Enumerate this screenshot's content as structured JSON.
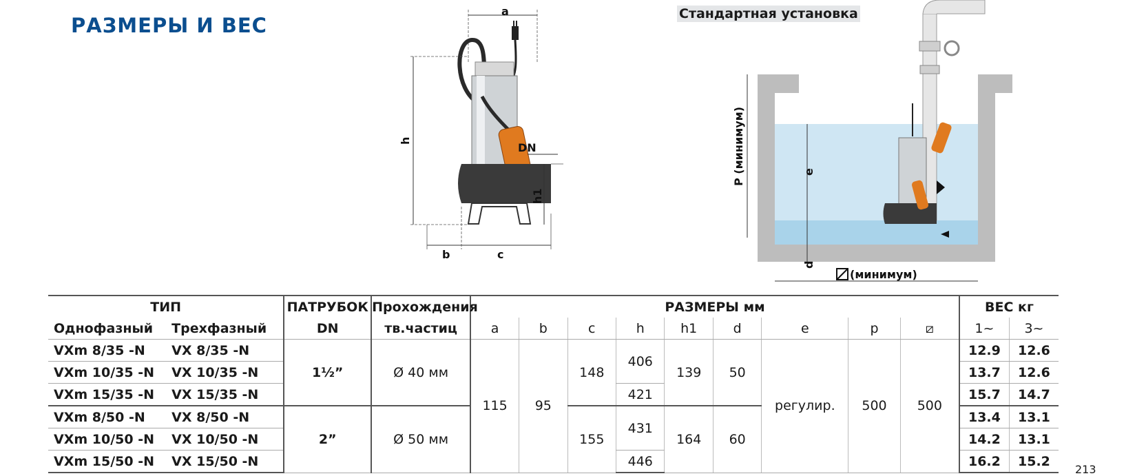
{
  "page": {
    "title": "РАЗМЕРЫ И ВЕС",
    "subtitle": "Стандартная установка",
    "page_number": "213"
  },
  "pump_drawing": {
    "labels": {
      "a": "a",
      "b": "b",
      "c": "c",
      "h": "h",
      "h1": "h1",
      "dn": "DN"
    }
  },
  "install_drawing": {
    "labels": {
      "p_min": "P (минимум)",
      "e": "e",
      "d": "d",
      "square_min": "(минимум)"
    }
  },
  "table": {
    "headers": {
      "type": "ТИП",
      "single_phase": "Однофазный",
      "three_phase": "Трехфазный",
      "outlet": "ПАТРУБОК",
      "outlet_sub": "DN",
      "passage": "Прохождения",
      "passage_sub": "тв.частиц",
      "dimensions": "РАЗМЕРЫ мм",
      "weight": "ВЕС кг",
      "cols": [
        "a",
        "b",
        "c",
        "h",
        "h1",
        "d",
        "e",
        "p",
        "⧄"
      ],
      "weight_cols": [
        "1~",
        "3~"
      ]
    },
    "rows": [
      {
        "single": "VXm 8/35   -N",
        "three": "VX 8/35   -N",
        "w1": "12.9",
        "w3": "12.6"
      },
      {
        "single": "VXm 10/35 -N",
        "three": "VX 10/35 -N",
        "w1": "13.7",
        "w3": "12.6"
      },
      {
        "single": "VXm 15/35 -N",
        "three": "VX 15/35 -N",
        "w1": "15.7",
        "w3": "14.7"
      },
      {
        "single": "VXm 8/50   -N",
        "three": "VX 8/50   -N",
        "w1": "13.4",
        "w3": "13.1"
      },
      {
        "single": "VXm 10/50 -N",
        "three": "VX 10/50 -N",
        "w1": "14.2",
        "w3": "13.1"
      },
      {
        "single": "VXm 15/50 -N",
        "three": "VX 15/50 -N",
        "w1": "16.2",
        "w3": "15.2"
      }
    ],
    "groups": [
      {
        "dn": "1½”",
        "passage": "Ø 40 мм",
        "c": "148",
        "h_a": "406",
        "h_b": "421",
        "h1": "139",
        "d": "50"
      },
      {
        "dn": "2”",
        "passage": "Ø 50 мм",
        "c": "155",
        "h_a": "431",
        "h_b": "446",
        "h1": "164",
        "d": "60"
      }
    ],
    "shared": {
      "a": "115",
      "b": "95",
      "e": "регулир.",
      "p": "500",
      "sq": "500"
    }
  }
}
